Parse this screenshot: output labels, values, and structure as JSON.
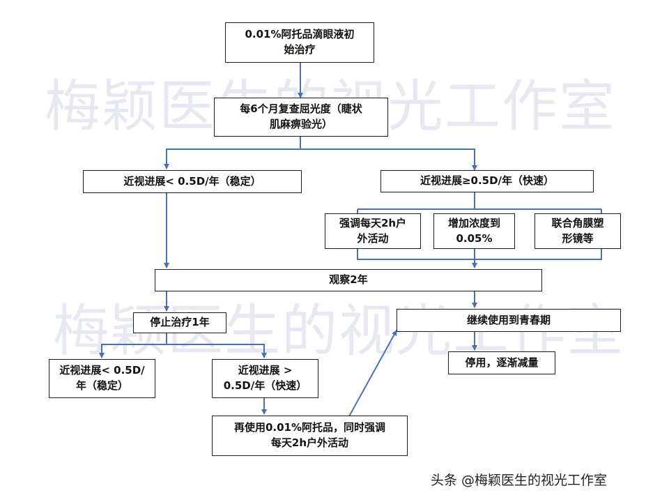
{
  "watermark": "梅颖医生的视光工作室",
  "nodes": {
    "start": "0.01%阿托品滴眼液初\n始治疗",
    "recheck": "每6个月复查屈光度（睫状\n肌麻痹验光）",
    "stable": "近视进展< 0.5D/年（稳定）",
    "fast": "近视进展≥0.5D/年（快速）",
    "outdoor": "强调每天2h户\n外活动",
    "increase": "增加浓度到\n0.05%",
    "combine": "联合角膜塑\n形镜等",
    "observe": "观察2年",
    "stop": "停止治疗1年",
    "continue": "继续使用到青春期",
    "stable2": "近视进展< 0.5D/\n年（稳定）",
    "fast2": "近视进展 >\n0.5D/年（快速）",
    "taper": "停用，逐渐减量",
    "reuse": "再使用0.01%阿托品，同时强调\n每天2h户外活动"
  },
  "credit": "头条 @梅颖医生的视光工作室",
  "colors": {
    "edge": "#4a70b2",
    "border": "#1a1a1a"
  }
}
